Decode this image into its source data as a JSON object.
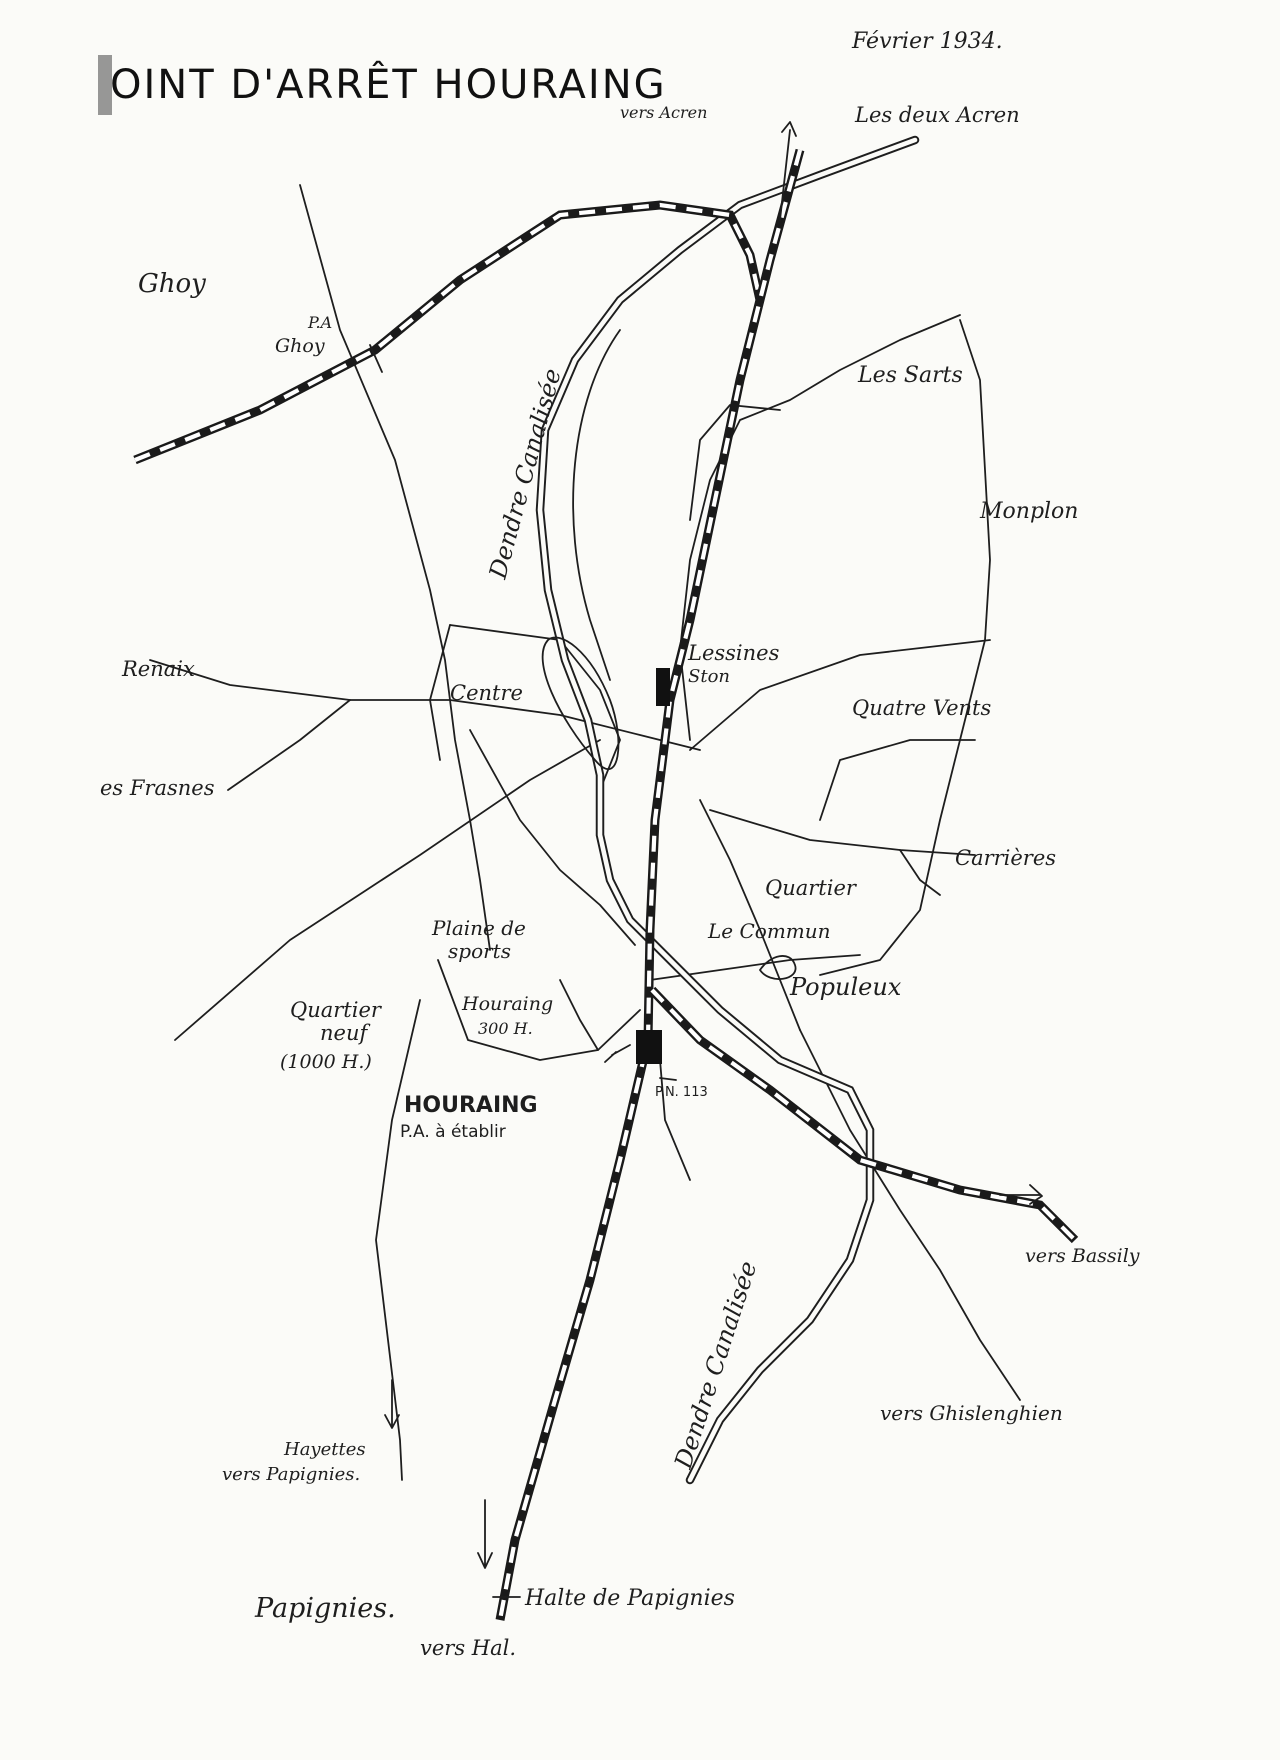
{
  "title": "OINT D'ARRÊT HOURAING",
  "date": "Février 1934.",
  "labels": {
    "vers_acren": "vers Acren",
    "les_deux_acren": "Les deux Acren",
    "ghoy": "Ghoy",
    "pa_ghoy_1": "P.A",
    "pa_ghoy_2": "Ghoy",
    "les_sarts": "Les Sarts",
    "dendre_canalisee_top": "Dendre Canalisée",
    "monplon": "Monplon",
    "lessines_1": "Lessines",
    "lessines_2": "Ston",
    "renaix": "Renaix",
    "centre": "Centre",
    "quatre_vents": "Quatre Vents",
    "frasnes": "es Frasnes",
    "carrieres": "Carrières",
    "quartier": "Quartier",
    "plaine_1": "Plaine de",
    "plaine_2": "sports",
    "le_commun": "Le Commun",
    "populeux": "Populeux",
    "qn_1": "Quartier",
    "qn_2": "neuf",
    "qn_3": "(1000 H.)",
    "houraing_small_1": "Houraing",
    "houraing_small_2": "300 H.",
    "houraing_main": "HOURAING",
    "pa_etablir": "P.A. à établir",
    "pn113": "P.N. 113",
    "vers_bassily": "vers Bassily",
    "dendre_canalisee_bottom": "Dendre Canalisée",
    "vers_ghislenghien": "vers Ghislenghien",
    "hayettes_1": "Hayettes",
    "hayettes_2": "vers Papignies.",
    "papignies": "Papignies.",
    "halte": "Halte de Papignies",
    "vers_hal": "vers Hal."
  }
}
